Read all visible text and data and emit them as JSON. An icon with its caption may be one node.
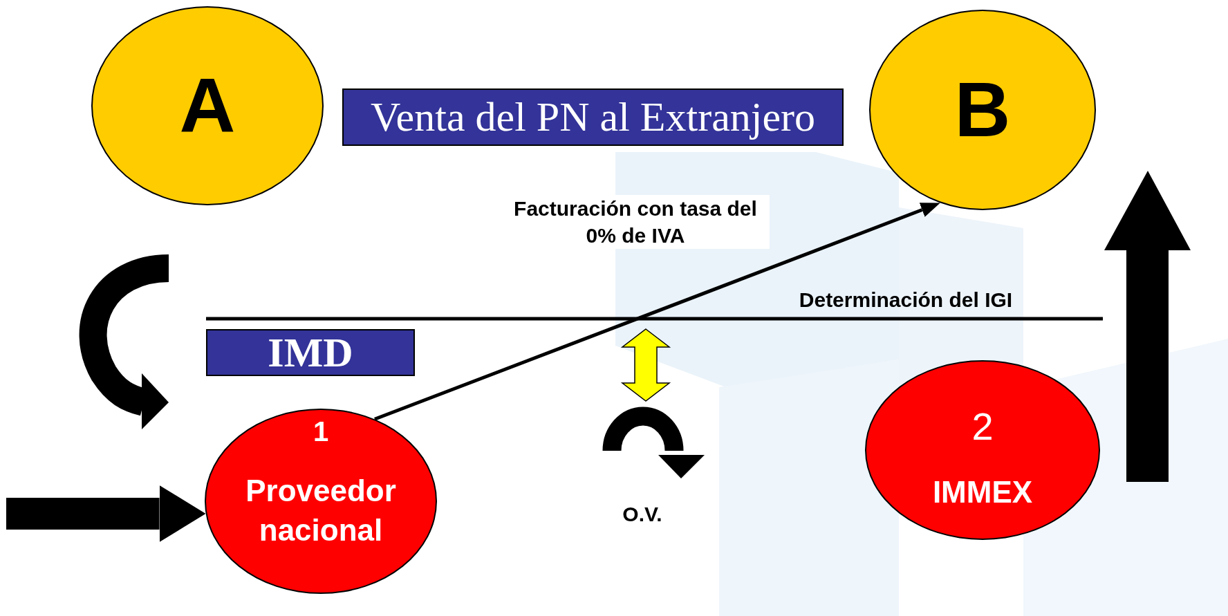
{
  "diagram": {
    "nodes": [
      {
        "text": [
          "A"
        ]
      },
      {
        "text": [
          "Venta del PN al Extranjero"
        ]
      },
      {
        "text": [
          "B"
        ]
      },
      {
        "text": [
          "IMD"
        ]
      },
      {
        "text": [
          "1",
          "Proveedor nacional"
        ]
      },
      {
        "text": [
          "2",
          "IMMEX"
        ]
      }
    ],
    "edges": [
      {
        "from": 4,
        "to": 2,
        "arrow": "to",
        "label": "Facturación con tasa del 0% de IVA"
      },
      {
        "from": null,
        "to": 4,
        "arrow": "to",
        "style": "thick"
      }
    ],
    "labels": [
      "Determinación del IGI",
      "O.V."
    ]
  }
}
